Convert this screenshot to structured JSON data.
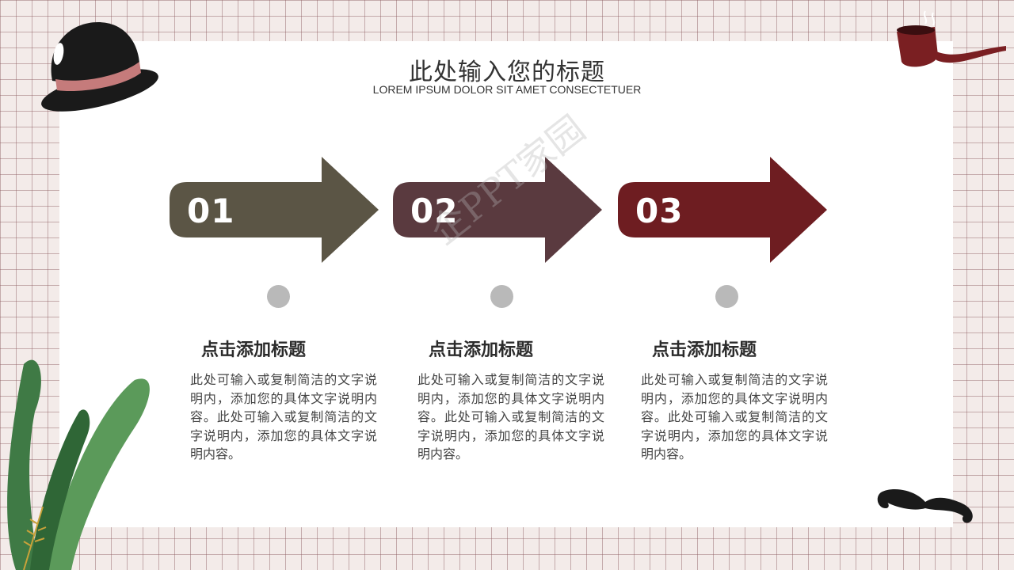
{
  "header": {
    "title": "此处输入您的标题",
    "subtitle": "LOREM IPSUM DOLOR SIT AMET CONSECTETUER"
  },
  "steps": [
    {
      "number": "01",
      "color": "#5b5545",
      "heading": "点击添加标题",
      "description": "此处可输入或复制简洁的文字说明内，添加您的具体文字说明内容。此处可输入或复制简洁的文字说明内，添加您的具体文字说明内容。"
    },
    {
      "number": "02",
      "color": "#5a3a3f",
      "heading": "点击添加标题",
      "description": "此处可输入或复制简洁的文字说明内，添加您的具体文字说明内容。此处可输入或复制简洁的文字说明内，添加您的具体文字说明内容。"
    },
    {
      "number": "03",
      "color": "#6e1d21",
      "heading": "点击添加标题",
      "description": "此处可输入或复制简洁的文字说明内，添加您的具体文字说明内容。此处可输入或复制简洁的文字说明内，添加您的具体文字说明内容。"
    }
  ],
  "watermark": "企PPT家园",
  "decorations": {
    "hat": "bowler-hat-icon",
    "pipe": "smoking-pipe-icon",
    "mustache": "mustache-icon",
    "plant": "leaf-plant-icon"
  },
  "colors": {
    "grid_bg": "#f3ebe9",
    "card": "#ffffff",
    "dot": "#b9b9b9"
  }
}
